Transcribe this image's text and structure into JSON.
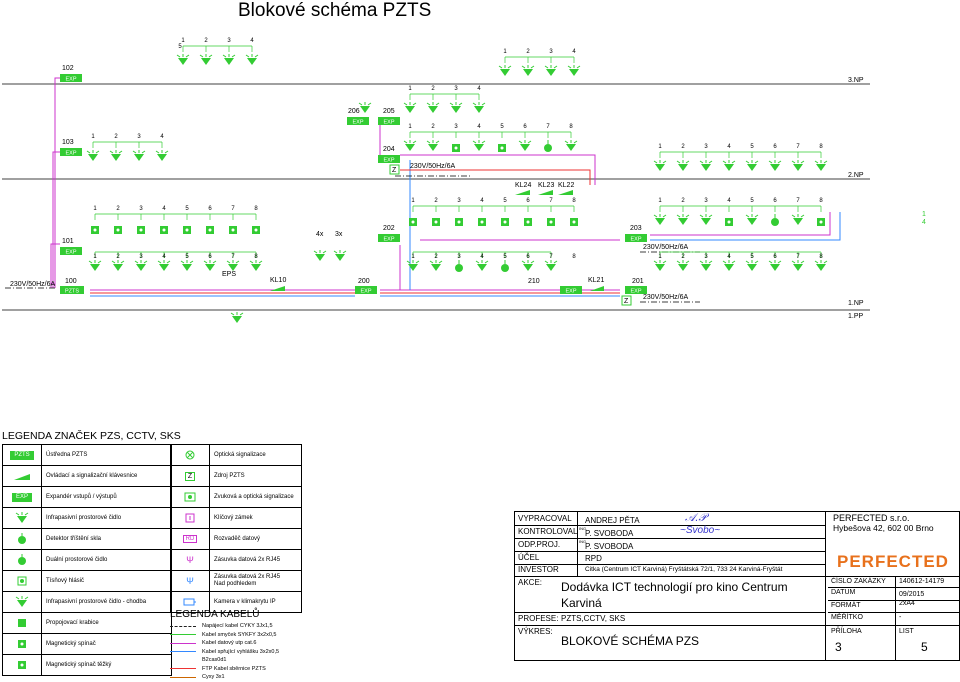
{
  "title": "Blokové schéma PZTS",
  "floors": {
    "np3": "3.NP",
    "np2": "2.NP",
    "np1": "1.NP",
    "pp1": "1.PP"
  },
  "nodes": {
    "n102": "102",
    "n103": "103",
    "n206": "206",
    "n205": "205",
    "n204": "204",
    "n101": "101",
    "n202": "202",
    "n203": "203",
    "n100": "100",
    "n200": "200",
    "n210": "210",
    "n201": "201",
    "kl10": "KL10",
    "kl21": "KL21",
    "kl24": "KL24",
    "kl23": "KL23",
    "kl22": "KL22",
    "eps": "EPS",
    "x4": "4x",
    "x3": "3x",
    "z": "Z"
  },
  "exp": "EXP",
  "pzts": "PZTS",
  "power": "230V/50Hz/6A",
  "numbers": [
    "1",
    "2",
    "3",
    "4",
    "5",
    "6",
    "7",
    "8"
  ],
  "num_extra": {
    "n32": "3 2",
    "n54": "54",
    "n87": "8 7"
  },
  "side_marks": {
    "m1": "1",
    "m4": "4"
  },
  "legend": {
    "title": "LEGENDA ZNAČEK PZS, CCTV, SKS",
    "pzts_label": "PZTS",
    "items": [
      "Ústředna PZTS",
      "Ovládací a signalizační klávesnice",
      "Expandér vstupů / výstupů",
      "Infrapasivní prostorové čidlo",
      "Detektor tříštění skla",
      "Duální prostorové čidlo",
      "Tísňový hlásič",
      "Infrapasivní prostorové čidlo - chodba",
      "Propojovací krabice",
      "Magnetický spínač",
      "Magnetický spínač těžký"
    ],
    "items2": [
      "Optická signalizace",
      "Zdroj PZTS",
      "Zvuková a optická signalizace",
      "Klíčový zámek",
      "Rozvaděč datový",
      "Zásuvka datová 2x RJ45",
      "Zásuvka datová 2x RJ45",
      "Nad podhledem",
      "Kamera v klimakrytu IP"
    ],
    "rd": "RD",
    "z": "Z"
  },
  "cables": {
    "title": "LEGENDA KABELŮ",
    "items": [
      "Napájecí kabel CYKY 3Jx1,5",
      "Kabel smyček SYKFY 3x2x0,5",
      "Kabel datový utp cat.6",
      "Kabel spřující vyhlášku 3x2x0,5",
      "B2cas0d1",
      "FTP Kabel sběrnice PZTS",
      "Cyxy 3x1"
    ],
    "colors": [
      "#222",
      "#33cc33",
      "#cc33cc",
      "#3388ff",
      "#3388ff",
      "#ee3333",
      "#cc6600"
    ]
  },
  "titleblock": {
    "vypracoval": "VYPRACOVAL",
    "vypracoval_v": "ANDREJ PĚTA",
    "kontroloval": "KONTROLOVAL",
    "ing": "ING.",
    "kontroloval_v": "P. SVOBODA",
    "odp": "ODP.PROJ.",
    "odp_v": "P. SVOBODA",
    "ucel": "ÚČEL",
    "ucel_v": "RPD",
    "investor": "INVESTOR",
    "investor_v": "Citka (Centrum ICT Karviná) Fryštátská 72/1, 733 24  Karviná-Fryštát",
    "akce": "AKCE:",
    "akce_v1": "Dodávka ICT technologií pro kino Centrum",
    "akce_v2": "Karviná",
    "profese": "PROFESE:",
    "profese_v": "PZTS,CCTV, SKS",
    "vykres": "VÝKRES:",
    "vykres_v": "BLOKOVÉ SCHÉMA PZS",
    "company": "PERFECTED s.r.o.",
    "address": "Hybešova 42, 602 00 Brno",
    "logo": "PERFECTED",
    "cislo": "ČÍSLO ZAKÁZKY",
    "cislo_v": "140612-14179",
    "datum": "DATUM",
    "datum_v": "09/2015",
    "format": "FORMÁT",
    "format_v": "2xA4",
    "meritko": "MĚŘÍTKO",
    "meritko_v": "-",
    "priloha": "PŘÍLOHA",
    "priloha_v": "3",
    "list": "LIST",
    "list_v": "5"
  }
}
